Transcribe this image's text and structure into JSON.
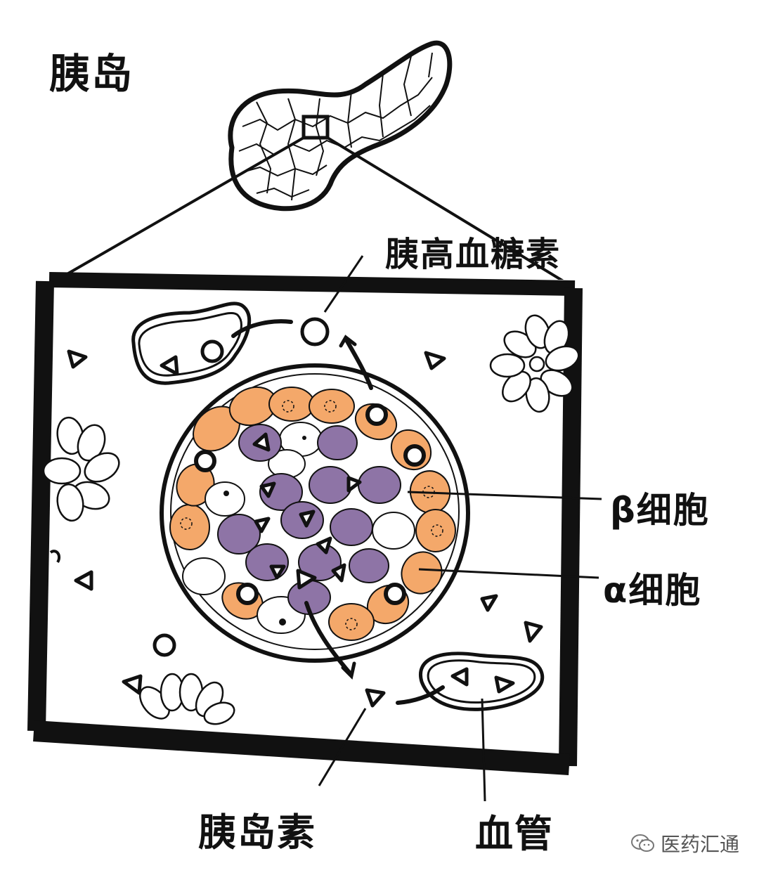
{
  "labels": {
    "title": "胰岛",
    "glucagon": "胰高血糖素",
    "beta_cell": "β细胞",
    "alpha_cell": "α细胞",
    "insulin": "胰岛素",
    "blood_vessel": "血管"
  },
  "watermark": {
    "text": "医药汇通",
    "icon": "wechat-icon"
  },
  "colors": {
    "alpha_cell": "#F4A86A",
    "beta_cell": "#8E74A6",
    "delta_cell": "#FFFFFF",
    "ink": "#111111"
  }
}
